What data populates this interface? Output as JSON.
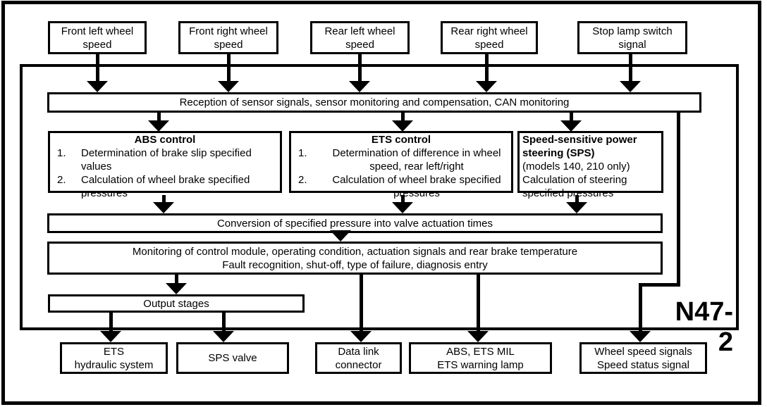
{
  "diagram": {
    "module_label": "N47-2",
    "colors": {
      "line": "#000000",
      "background": "#ffffff"
    },
    "inputs": [
      {
        "label": "Front left wheel\nspeed"
      },
      {
        "label": "Front right wheel\nspeed"
      },
      {
        "label": "Rear left wheel\nspeed"
      },
      {
        "label": "Rear right wheel\nspeed"
      },
      {
        "label": "Stop lamp switch\nsignal"
      }
    ],
    "reception": "Reception of sensor signals, sensor monitoring and compensation, CAN monitoring",
    "abs_control": {
      "title": "ABS control",
      "items": [
        {
          "num": "1.",
          "text": "Determination of brake slip specified values"
        },
        {
          "num": "2.",
          "text": "Calculation of wheel brake specified pressures"
        }
      ]
    },
    "ets_control": {
      "title": "ETS control",
      "items": [
        {
          "num": "1.",
          "text": "Determination of difference in wheel speed, rear left/right"
        },
        {
          "num": "2.",
          "text": "Calculation of wheel brake specified pressures"
        }
      ]
    },
    "sps_control": {
      "title": "Speed-sensitive power steering (SPS)",
      "note": "(models 140, 210 only)",
      "body": "Calculation of steering specified pressures"
    },
    "conversion": "Conversion of specified pressure into valve actuation times",
    "monitoring": "Monitoring of control module, operating condition, actuation signals and rear brake temperature\nFault recognition, shut-off, type of failure, diagnosis entry",
    "output_stages": "Output stages",
    "outputs": [
      {
        "label": "ETS\nhydraulic system"
      },
      {
        "label": "SPS valve"
      },
      {
        "label": "Data link\nconnector"
      },
      {
        "label": "ABS, ETS MIL\nETS warning lamp"
      },
      {
        "label": "Wheel speed signals\nSpeed status signal"
      }
    ]
  }
}
